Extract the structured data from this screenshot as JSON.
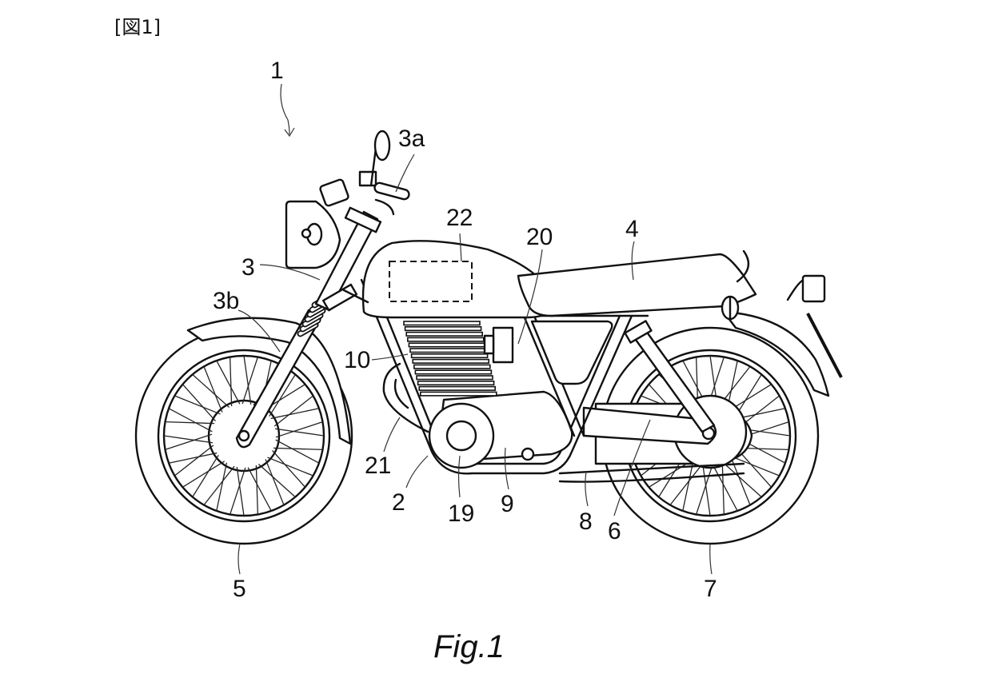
{
  "header": {
    "figure_tag": "[図1]"
  },
  "caption": "Fig.1",
  "reference_labels": [
    {
      "id": "1",
      "part": "motorcycle"
    },
    {
      "id": "3a",
      "part": "handlebar grip"
    },
    {
      "id": "22",
      "part": "dashed internal unit in fuel tank"
    },
    {
      "id": "20",
      "part": "component behind cylinder"
    },
    {
      "id": "4",
      "part": "seat"
    },
    {
      "id": "3",
      "part": "steering / front fork upper"
    },
    {
      "id": "3b",
      "part": "front fork lower"
    },
    {
      "id": "10",
      "part": "engine cylinder"
    },
    {
      "id": "21",
      "part": "exhaust pipe"
    },
    {
      "id": "2",
      "part": "frame"
    },
    {
      "id": "19",
      "part": "crank / drive cover"
    },
    {
      "id": "9",
      "part": "crankcase"
    },
    {
      "id": "8",
      "part": "chain / lower member"
    },
    {
      "id": "6",
      "part": "swing arm"
    },
    {
      "id": "5",
      "part": "front wheel"
    },
    {
      "id": "7",
      "part": "rear wheel"
    }
  ]
}
